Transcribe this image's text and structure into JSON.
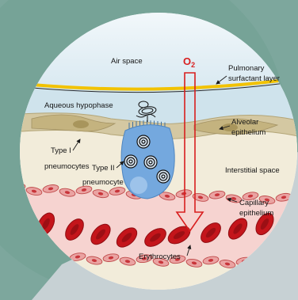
{
  "labels": {
    "air_space": "Air space",
    "o2": {
      "main": "O",
      "sub": "2"
    },
    "surfactant": [
      "Pulmonary",
      "surfactant layer"
    ],
    "hypophase": "Aqueous hypophase",
    "alveolar_epithelium": [
      "Alveolar",
      "epithelium"
    ],
    "type1": [
      "Type I",
      "pneumocytes"
    ],
    "type2": [
      "Type II",
      "pneumocyte"
    ],
    "interstitial": "Interstitial space",
    "capillary": [
      "Capillary",
      "epithelium"
    ],
    "erythrocytes": "Erythrocytes"
  },
  "colors": {
    "background": "#7da79d",
    "background_band": "#c7d1d4",
    "air_space": "#d9e9f1",
    "hypophase": "#cfe3ec",
    "surfactant": "#f2c200",
    "epithelium": "#d4c8a2",
    "interstitial": "#f2ecda",
    "plasma": "#f6d3d0",
    "capillary_cell": "#eaa3a2",
    "erythrocyte": "#c4151b",
    "type2_cell": "#74a8de",
    "o2_arrow": "#d81e1e"
  }
}
